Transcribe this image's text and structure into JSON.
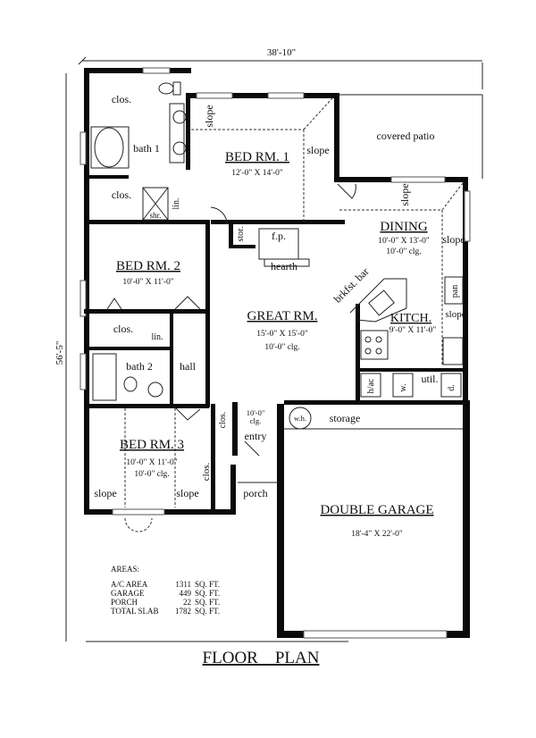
{
  "plan": {
    "title": "FLOOR    PLAN",
    "overall_width": "38'-10\"",
    "overall_depth": "56'-5\""
  },
  "rooms": {
    "bed1": {
      "name": "BED RM. 1",
      "size": "12'-0\" X 14'-0\""
    },
    "bed2": {
      "name": "BED RM. 2",
      "size": "10'-0\" X 11'-0\""
    },
    "bed3": {
      "name": "BED RM. 3",
      "size": "10'-0\" X 11'-0\"",
      "ceiling": "10'-0\" clg."
    },
    "great": {
      "name": "GREAT RM.",
      "size": "15'-0\" X 15'-0\"",
      "ceiling": "10'-0\" clg."
    },
    "dining": {
      "name": "DINING",
      "size": "10'-0\" X 13'-0\"",
      "ceiling": "10'-0\" clg."
    },
    "kitchen": {
      "name": "KITCH.",
      "size": "9'-0\" X 11'-0\""
    },
    "garage": {
      "name": "DOUBLE GARAGE",
      "size": "18'-4\" X 22'-0\""
    },
    "entry": {
      "name": "entry",
      "ceiling_a": "10'-0\"",
      "ceiling_b": "clg."
    }
  },
  "labels": {
    "clos": "clos.",
    "bath1": "bath 1",
    "bath2": "bath 2",
    "lin": "lin.",
    "shr": "shr.",
    "slope": "slope",
    "covered_patio": "covered patio",
    "stor": "stor.",
    "fp": "f.p.",
    "hearth": "hearth",
    "brkfst_bar": "brkfst. bar",
    "pan": "pan",
    "hvac": "h/ac",
    "washer": "w.",
    "dryer": "d.",
    "util": "util.",
    "hall": "hall",
    "wh": "w.h.",
    "storage": "storage",
    "porch": "porch"
  },
  "areas": {
    "heading": "AREAS:",
    "rows": [
      {
        "name": "A/C AREA",
        "value": "1311",
        "unit": "SQ. FT."
      },
      {
        "name": "GARAGE",
        "value": "449",
        "unit": "SQ. FT."
      },
      {
        "name": "PORCH",
        "value": "22",
        "unit": "SQ. FT."
      },
      {
        "name": "TOTAL SLAB",
        "value": "1782",
        "unit": "SQ. FT."
      }
    ]
  }
}
